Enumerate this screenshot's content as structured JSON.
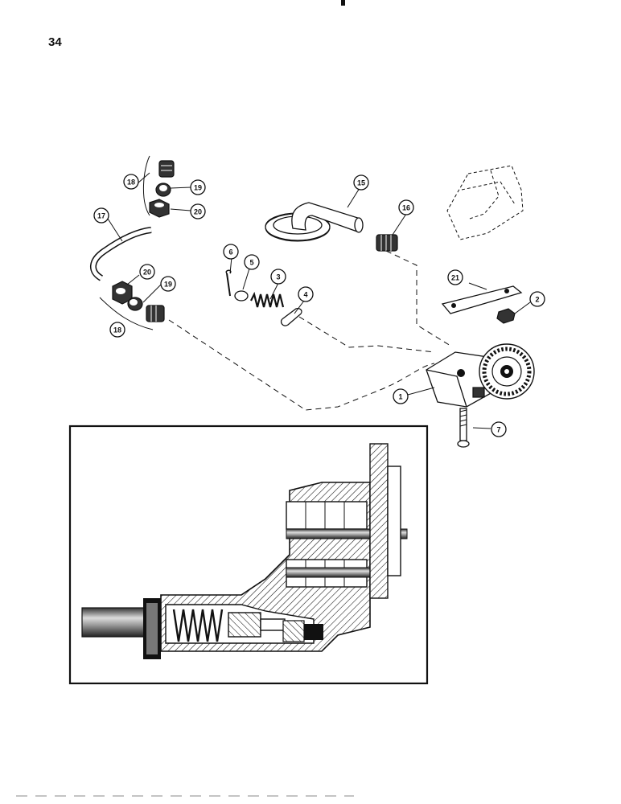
{
  "page": {
    "number": "34"
  },
  "callouts": [
    {
      "id": "c1",
      "label": "1"
    },
    {
      "id": "c2",
      "label": "2"
    },
    {
      "id": "c3",
      "label": "3"
    },
    {
      "id": "c4",
      "label": "4"
    },
    {
      "id": "c5",
      "label": "5"
    },
    {
      "id": "c6",
      "label": "6"
    },
    {
      "id": "c7",
      "label": "7"
    },
    {
      "id": "c15",
      "label": "15"
    },
    {
      "id": "c16",
      "label": "16"
    },
    {
      "id": "c17",
      "label": "17"
    },
    {
      "id": "c18a",
      "label": "18"
    },
    {
      "id": "c18b",
      "label": "18"
    },
    {
      "id": "c19a",
      "label": "19"
    },
    {
      "id": "c19b",
      "label": "19"
    },
    {
      "id": "c20a",
      "label": "20"
    },
    {
      "id": "c20b",
      "label": "20"
    },
    {
      "id": "c21",
      "label": "21"
    }
  ]
}
